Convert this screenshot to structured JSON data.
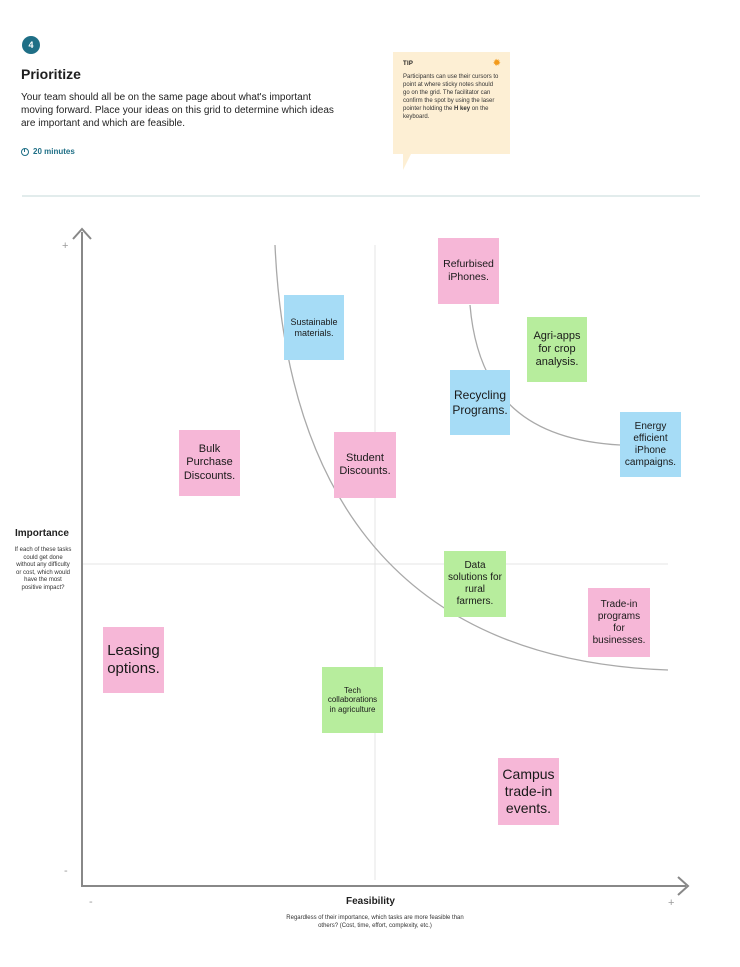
{
  "header": {
    "step_number": "4",
    "title": "Prioritize",
    "description": "Your team should all be on the same page about what's important moving forward. Place your ideas on this grid to determine which ideas are important and which are feasible.",
    "duration": "20 minutes"
  },
  "tip": {
    "label": "TIP",
    "icon": "lightbulb-icon",
    "text_start": "Participants can use their cursors to point at where sticky notes should go on the grid. The facilitator can confirm the spot by using the laser pointer holding the ",
    "text_key": "H key",
    "text_end": " on the keyboard."
  },
  "grid": {
    "y_axis": {
      "label": "Importance",
      "subtitle": "If each of these tasks could get done without any difficulty or cost, which would have the most positive impact?",
      "top_sign": "+",
      "bottom_sign": "-"
    },
    "x_axis": {
      "label": "Feasibility",
      "subtitle": "Regardless of their importance, which tasks are more feasible than others? (Cost, time, effort, complexity, etc.)",
      "left_sign": "-",
      "right_sign": "+"
    }
  },
  "notes": [
    {
      "id": "refurbished-iphones",
      "text": "Refurbised iPhones.",
      "color": "pink"
    },
    {
      "id": "sustainable-materials",
      "text": "Sustainable materials.",
      "color": "blue"
    },
    {
      "id": "agri-apps",
      "text": "Agri-apps for crop analysis.",
      "color": "green"
    },
    {
      "id": "recycling-programs",
      "text": "Recycling Programs.",
      "color": "blue"
    },
    {
      "id": "energy-efficient-campaigns",
      "text": "Energy efficient iPhone campaigns.",
      "color": "blue"
    },
    {
      "id": "bulk-purchase-discounts",
      "text": "Bulk Purchase Discounts.",
      "color": "pink"
    },
    {
      "id": "student-discounts",
      "text": "Student Discounts.",
      "color": "pink"
    },
    {
      "id": "data-solutions",
      "text": "Data solutions for rural farmers.",
      "color": "green"
    },
    {
      "id": "trade-in-business",
      "text": "Trade-in programs for businesses.",
      "color": "pink"
    },
    {
      "id": "leasing-options",
      "text": "Leasing options.",
      "color": "pink"
    },
    {
      "id": "tech-collaborations",
      "text": "Tech collaborations in agriculture",
      "color": "green"
    },
    {
      "id": "campus-trade-in",
      "text": "Campus trade-in events.",
      "color": "pink"
    }
  ],
  "colors": {
    "pink": "#f6b7d7",
    "blue": "#a6dcf6",
    "green": "#b7ed9d",
    "accent": "#1f6f86",
    "tip_background": "#fdefd4"
  }
}
